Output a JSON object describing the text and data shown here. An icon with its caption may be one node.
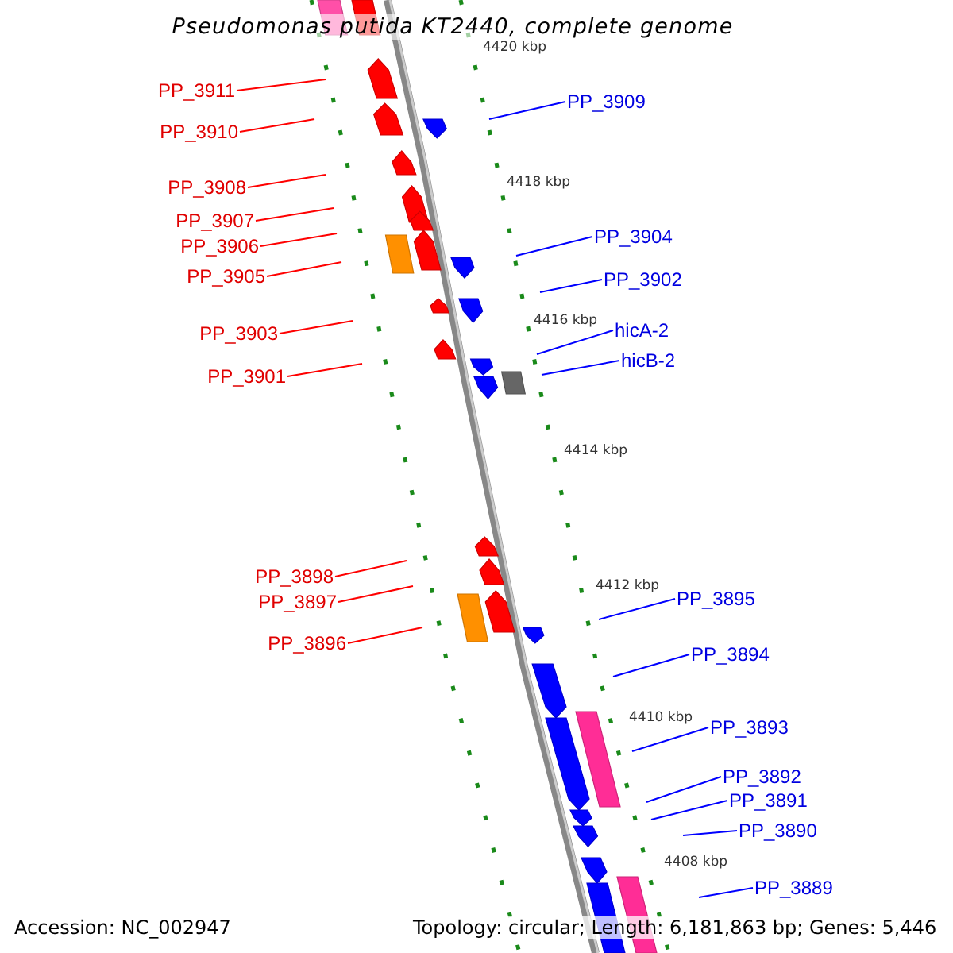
{
  "diagram": {
    "title": "Pseudomonas putida KT2440, complete genome",
    "nodes": [
      {
        "text": [
          "PP_3911"
        ]
      },
      {
        "text": [
          "PP_3910"
        ]
      },
      {
        "text": [
          "PP_3908"
        ]
      },
      {
        "text": [
          "PP_3907"
        ]
      },
      {
        "text": [
          "PP_3906"
        ]
      },
      {
        "text": [
          "PP_3905"
        ]
      },
      {
        "text": [
          "PP_3903"
        ]
      },
      {
        "text": [
          "PP_3901"
        ]
      },
      {
        "text": [
          "PP_3898"
        ]
      },
      {
        "text": [
          "PP_3897"
        ]
      },
      {
        "text": [
          "PP_3896"
        ]
      },
      {
        "text": [
          "PP_3909"
        ]
      },
      {
        "text": [
          "PP_3904"
        ]
      },
      {
        "text": [
          "PP_3902"
        ]
      },
      {
        "text": [
          "hicA-2"
        ]
      },
      {
        "text": [
          "hicB-2"
        ]
      },
      {
        "text": [
          "PP_3895"
        ]
      },
      {
        "text": [
          "PP_3894"
        ]
      },
      {
        "text": [
          "PP_3893"
        ]
      },
      {
        "text": [
          "PP_3892"
        ]
      },
      {
        "text": [
          "PP_3891"
        ]
      },
      {
        "text": [
          "PP_3890"
        ]
      },
      {
        "text": [
          "PP_3889"
        ]
      }
    ],
    "edges": [
      {
        "from": 0,
        "to": null,
        "arrow": "none",
        "color": "#ff0000"
      },
      {
        "from": 1,
        "to": null,
        "arrow": "none",
        "color": "#ff0000"
      },
      {
        "from": 2,
        "to": null,
        "arrow": "none",
        "color": "#ff0000"
      },
      {
        "from": 3,
        "to": null,
        "arrow": "none",
        "color": "#ff0000"
      },
      {
        "from": 4,
        "to": null,
        "arrow": "none",
        "color": "#ff0000"
      },
      {
        "from": 5,
        "to": null,
        "arrow": "none",
        "color": "#ff0000"
      },
      {
        "from": 6,
        "to": null,
        "arrow": "none",
        "color": "#ff0000"
      },
      {
        "from": 7,
        "to": null,
        "arrow": "none",
        "color": "#ff0000"
      },
      {
        "from": 8,
        "to": null,
        "arrow": "none",
        "color": "#ff0000"
      },
      {
        "from": 9,
        "to": null,
        "arrow": "none",
        "color": "#ff0000"
      },
      {
        "from": 10,
        "to": null,
        "arrow": "none",
        "color": "#ff0000"
      },
      {
        "from": 11,
        "to": null,
        "arrow": "none",
        "color": "#0000ff"
      },
      {
        "from": 12,
        "to": null,
        "arrow": "none",
        "color": "#0000ff"
      },
      {
        "from": 13,
        "to": null,
        "arrow": "none",
        "color": "#0000ff"
      },
      {
        "from": 14,
        "to": null,
        "arrow": "none",
        "color": "#0000ff"
      },
      {
        "from": 15,
        "to": null,
        "arrow": "none",
        "color": "#0000ff"
      },
      {
        "from": 16,
        "to": null,
        "arrow": "none",
        "color": "#0000ff"
      },
      {
        "from": 17,
        "to": null,
        "arrow": "none",
        "color": "#0000ff"
      },
      {
        "from": 18,
        "to": null,
        "arrow": "none",
        "color": "#0000ff"
      },
      {
        "from": 19,
        "to": null,
        "arrow": "none",
        "color": "#0000ff"
      },
      {
        "from": 20,
        "to": null,
        "arrow": "none",
        "color": "#0000ff"
      },
      {
        "from": 21,
        "to": null,
        "arrow": "none",
        "color": "#0000ff"
      },
      {
        "from": 22,
        "to": null,
        "arrow": "none",
        "color": "#0000ff"
      }
    ],
    "labels": [
      "4420 kbp",
      "4418 kbp",
      "4416 kbp",
      "4414 kbp",
      "4412 kbp",
      "4410 kbp",
      "4408 kbp",
      "Accession: NC_002947",
      "Topology: circular; Length: 6,181,863 bp; Genes: 5,446"
    ]
  }
}
